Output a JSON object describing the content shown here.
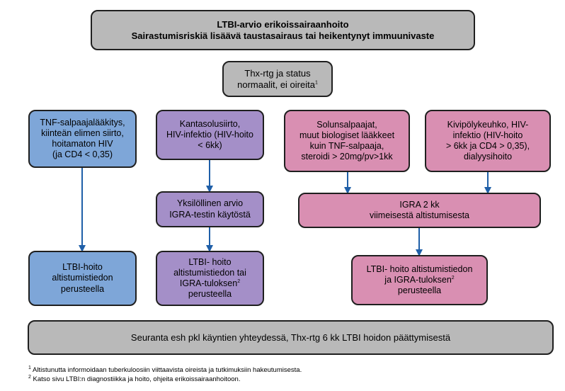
{
  "colors": {
    "grey": "#b9b9b9",
    "blue": "#7ea6d8",
    "purple": "#a48fc8",
    "pink": "#d98fb2",
    "arrow": "#1f5fa8"
  },
  "header": {
    "title": "LTBI-arvio erikoissairaanhoito",
    "subtitle": "Sairastumisriskiä lisäävä taustasairaus tai heikentynyt immuunivaste"
  },
  "status": {
    "line1": "Thx-rtg ja status",
    "line2": "normaalit, ei oireita",
    "sup": "1"
  },
  "groups": {
    "blue": {
      "lines": [
        "TNF-salpaajalääkitys,",
        "kiinteän elimen siirto,",
        "hoitamaton HIV",
        "(ja CD4 < 0,35)"
      ]
    },
    "purple": {
      "lines": [
        "Kantasolusiirto,",
        "HIV-infektio (HIV-hoito",
        "< 6kk)"
      ]
    },
    "pink1": {
      "lines": [
        "Solunsalpaajat,",
        "muut biologiset lääkkeet",
        "kuin TNF-salpaaja,",
        "steroidi > 20mg/pv>1kk"
      ]
    },
    "pink2": {
      "lines": [
        "Kivipölykeuhko, HIV-",
        "infektio (HIV-hoito",
        "> 6kk ja CD4 > 0,35),",
        "dialyysihoito"
      ]
    }
  },
  "mid": {
    "purple": {
      "lines": [
        "Yksilöllinen arvio",
        "IGRA-testin käytöstä"
      ]
    },
    "pink": {
      "lines": [
        "IGRA 2 kk",
        "viimeisestä altistumisesta"
      ]
    }
  },
  "result": {
    "blue": {
      "lines": [
        "LTBI-hoito",
        "altistumistiedon",
        "perusteella"
      ]
    },
    "purple": {
      "line1": "LTBI- hoito",
      "line2": "altistumistiedon tai",
      "line3": "IGRA-tuloksen",
      "line3_sup": "2",
      "line4": "perusteella"
    },
    "pink": {
      "line1": "LTBI- hoito altistumistiedon",
      "line2": "ja IGRA-tuloksen",
      "line2_sup": "2",
      "line3": "perusteella"
    }
  },
  "followup": "Seuranta esh pkl käyntien yhteydessä, Thx-rtg 6 kk LTBI hoidon päättymisestä",
  "footnotes": [
    {
      "sup": "1",
      "text": " Altistunutta informoidaan tuberkuloosiin viittaavista oireista ja tutkimuksiin hakeutumisesta."
    },
    {
      "sup": "2",
      "text": " Katso sivu LTBI:n diagnostiikka ja hoito, ohjeita erikoissairaanhoitoon."
    }
  ]
}
